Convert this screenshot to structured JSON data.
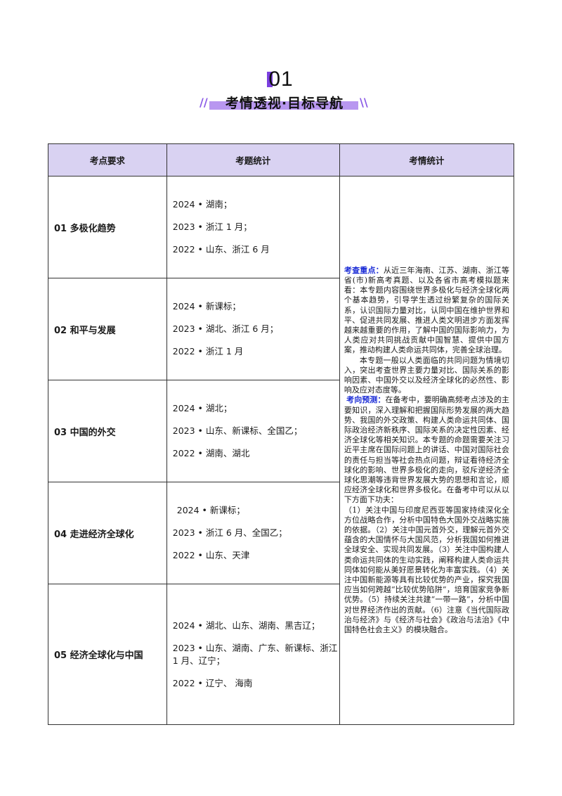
{
  "header": {
    "number": "01",
    "title": "考情透视·目标导航",
    "left_deco": "//",
    "right_deco": "\\\\"
  },
  "table": {
    "headers": [
      "考点要求",
      "考题统计",
      "考情统计"
    ],
    "rows": [
      {
        "point": "01  多极化趋势",
        "stats": [
          "2024 • 湖南；",
          "2023 • 浙江 1 月；",
          "2022 • 山东、浙江 6 月"
        ]
      },
      {
        "point": "02  和平与发展",
        "stats": [
          "2024 • 新课标；",
          "2023 • 湖北、浙江 6 月；",
          "2022 • 浙江 1 月"
        ]
      },
      {
        "point": "03  中国的外交",
        "stats": [
          "2024 • 湖北；",
          "2023 • 山东、新课标、全国乙；",
          "2022 • 湖南、湖北"
        ]
      },
      {
        "point": "04  走进经济全球化",
        "stats": [
          "2024 • 新课标；",
          "2023 • 浙江 6 月、全国乙；",
          "2022 • 山东、天津"
        ]
      },
      {
        "point": "05  经济全球化与中国",
        "stats": [
          "2024 • 湖北、山东、湖南、黑吉辽；",
          "2023 • 山东、湖南、广东、新课标、浙江 1 月、辽宁；",
          "2022 • 辽宁、 海南"
        ]
      }
    ],
    "analysis": {
      "focus_label": "考查重点：",
      "focus_text": "从近三年海南、江苏、湖南、浙江等省(市)新高考真题、以及各省市高考模拟题来看：本专题内容围绕世界多极化与经济全球化两个基本趋势，引导学生透过纷繁复杂的国际关系，认识国际力量对比，认同中国在维护世界和平、促进共同发展、推进人类文明进步方面发挥越来越重要的作用，了解中国的国际影响力，为人类应对共同挑战贡献中国智慧、提供中国方案，推动构建人类命运共同体，完善全球治理。",
      "focus_text2": "本专题一般以人类面临的共同问题为情境切入，突出考查世界主要力量对比、国际关系的影响因素、中国外交以及经济全球化的必然性、影响及应对态度等。",
      "predict_label": "考向预测：",
      "predict_text": "在备考中，要明确高频考点涉及的主要知识，深入理解和把握国际形势发展的两大趋势、我国的外交政策、构建人类命运共同体、国际政治经济新秩序、国际关系的决定性因素、经济全球化等相关知识。本专题的命题需要关注习近平主席在国际问题上的讲话、中国对国际社会的责任与担当等社会热点问题，辩证看待经济全球化的影响、世界多极化的走向，驳斥逆经济全球化思潮等违背世界发展大势的思想和言论，顺应经济全球化和世界多极化。在备考中可以从以下方面下功夫：",
      "predict_items": "（1）关注中国与印度尼西亚等国家持续深化全方位战略合作，分析中国特色大国外交战略实施的依据。（2）关注中国元首外交，理解元首外交蕴含的大国情怀与大国风范，分析我国如何推进全球安全、实现共同发展。（3）关注中国构建人类命运共同体的生动实践，阐释构建人类命运共同体如何能从美好愿景转化为丰富实践。（4）关注中国新能源等具有比较优势的产业，探究我国应当如何跨越“比较优势陷阱”，培育国家竞争新优势。（5）持续关注共建“一带一路”，分析中国对世界经济作出的贡献。（6）注意《当代国际政治与经济》与《经济与社会》《政治与法治》《中国特色社会主义》的模块融合。"
    }
  },
  "colors": {
    "header_bg": "#d9d2f2",
    "accent": "#7b3fe0",
    "label_blue": "#1a2bd6"
  }
}
